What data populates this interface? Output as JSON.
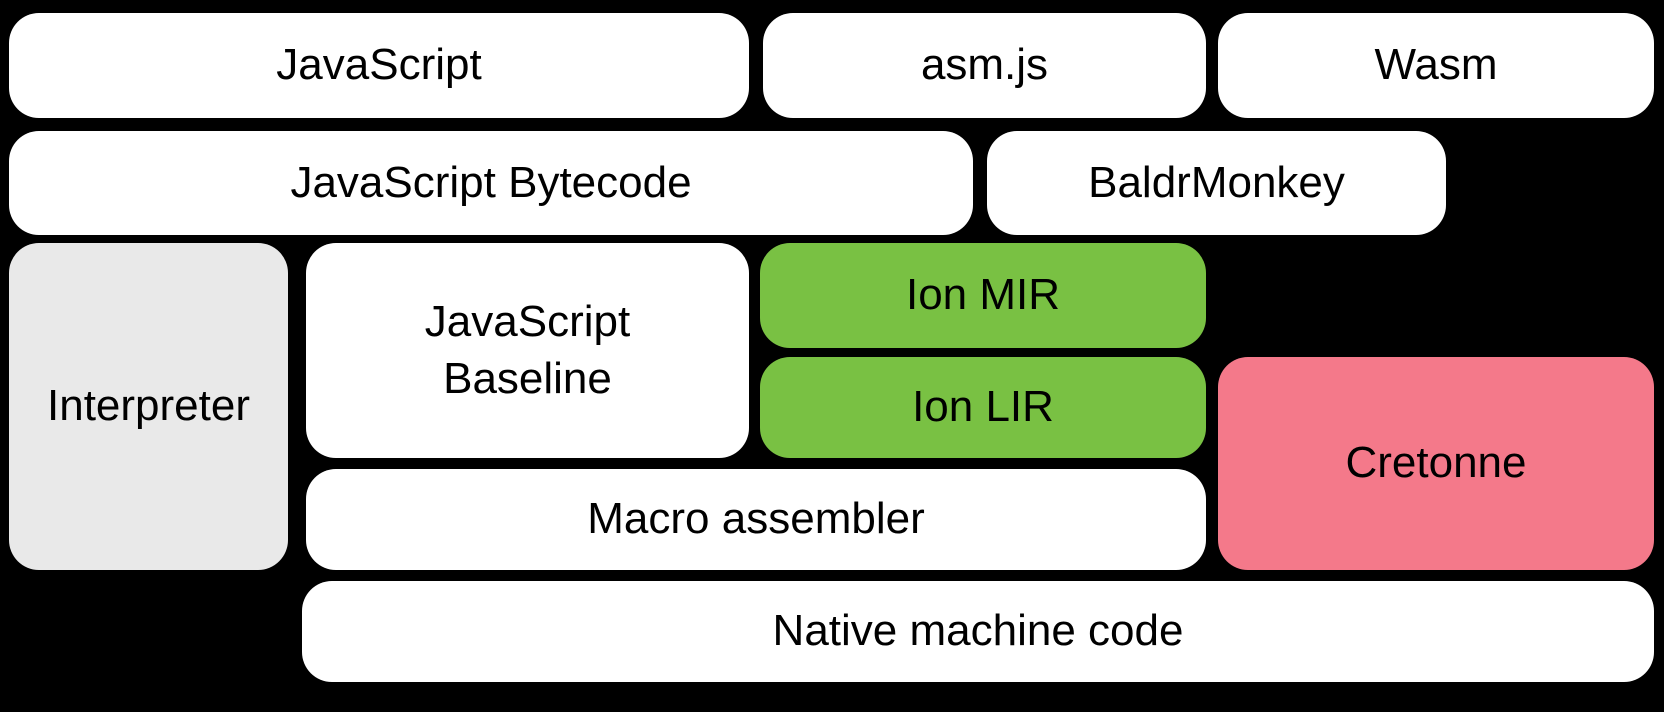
{
  "diagram": {
    "title": "SpiderMonkey compiler pipeline diagram",
    "background_color": "#000000",
    "text_color": "#000000",
    "colors": {
      "default_block": "#FFFFFF",
      "interpreter_block": "#E9E9E9",
      "ion_block": "#79C143",
      "cretonne_block": "#F4798A"
    },
    "blocks": {
      "javascript": {
        "label": "JavaScript",
        "color": "#FFFFFF"
      },
      "asmjs": {
        "label": "asm.js",
        "color": "#FFFFFF"
      },
      "wasm": {
        "label": "Wasm",
        "color": "#FFFFFF"
      },
      "javascript_bytecode": {
        "label": "JavaScript Bytecode",
        "color": "#FFFFFF"
      },
      "baldrmonkey": {
        "label": "BaldrMonkey",
        "color": "#FFFFFF"
      },
      "interpreter": {
        "label": "Interpreter",
        "color": "#E9E9E9"
      },
      "javascript_baseline": {
        "label": "JavaScript\nBaseline",
        "color": "#FFFFFF"
      },
      "ion_mir": {
        "label": "Ion MIR",
        "color": "#79C143"
      },
      "ion_lir": {
        "label": "Ion LIR",
        "color": "#79C143"
      },
      "cretonne": {
        "label": "Cretonne",
        "color": "#F4798A"
      },
      "macro_assembler": {
        "label": "Macro assembler",
        "color": "#FFFFFF"
      },
      "native_machine_code": {
        "label": "Native machine code",
        "color": "#FFFFFF"
      }
    }
  }
}
